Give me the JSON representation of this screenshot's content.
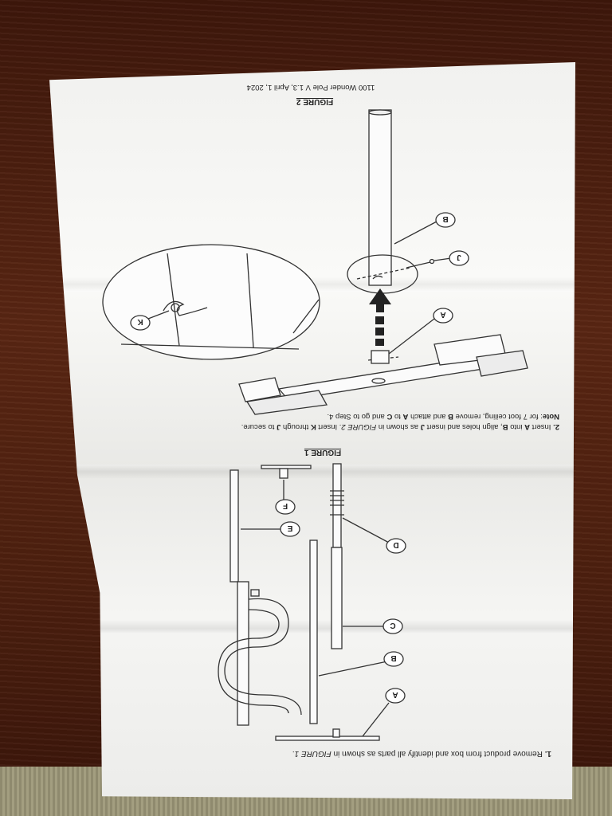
{
  "document": {
    "footer": "1100 Wonder Pole V 1.3, April 1, 2024",
    "figure2_caption": "FIGURE 2",
    "step2": {
      "number": "2.",
      "text_a": " Insert ",
      "bold_a": "A",
      "text_b": " into ",
      "bold_b": "B",
      "text_c": ", align holes and insert ",
      "bold_c": "J",
      "text_d": " as shown in ",
      "ital_a": "FIGURE 2",
      "text_e": ". Insert ",
      "bold_d": "K",
      "text_f": " through ",
      "bold_e": "J",
      "text_g": " to secure."
    },
    "note": {
      "label": "Note",
      "text_a": ": for 7 foot ceiling, remove ",
      "bold_a": "B",
      "text_b": " and attach ",
      "bold_b": "A",
      "text_c": " to ",
      "bold_c": "C",
      "text_d": " and go to Step 4."
    },
    "figure1_caption": "FIGURE 1",
    "step1": {
      "number": "1.",
      "text_a": " Remove product from box and identify all parts as shown in ",
      "ital_a": "FIGURE 1",
      "text_b": "."
    }
  },
  "callouts": {
    "fig2": {
      "A": "A",
      "B": "B",
      "J": "J",
      "K": "K"
    },
    "fig1": {
      "A": "A",
      "B": "B",
      "C": "C",
      "D": "D",
      "E": "E",
      "F": "F"
    }
  }
}
